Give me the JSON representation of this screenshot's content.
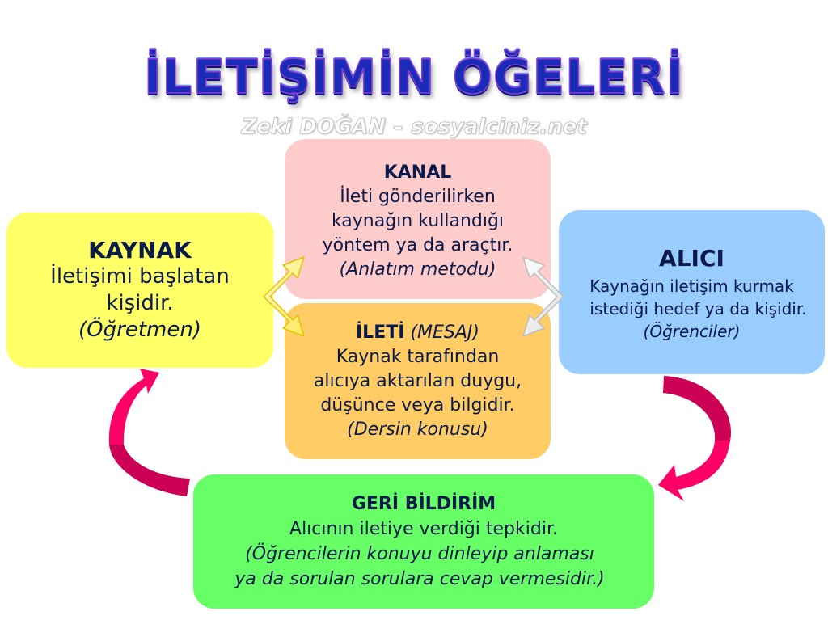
{
  "title": "İLETİŞİMİN ÖĞELERİ",
  "subtitle": "Zeki DOĞAN – sosyalciniz.net",
  "colors": {
    "title": "#1a2bb8",
    "text": "#0a1a4a",
    "kaynak": "#ffff66",
    "kanal": "#ffcccc",
    "ileti": "#ffcc66",
    "alici": "#99ccff",
    "geri_bildirim": "#66ff66",
    "feedback_arrow": "#e0005a",
    "left_double_arrow": "#fff27a",
    "right_double_arrow": "#f0f0f0"
  },
  "nodes": {
    "kaynak": {
      "heading": "KAYNAK",
      "lines": [
        "İletişimi başlatan",
        "kişidir."
      ],
      "example": "(Öğretmen)"
    },
    "kanal": {
      "heading": "KANAL",
      "lines": [
        "İleti gönderilirken",
        "kaynağın kullandığı",
        "yöntem ya da araçtır."
      ],
      "example": "(Anlatım metodu)"
    },
    "ileti": {
      "heading": "İLETİ",
      "heading_note": "(MESAJ)",
      "lines": [
        "Kaynak tarafından",
        "alıcıya aktarılan duygu,",
        "düşünce veya bilgidir."
      ],
      "example": "(Dersin konusu)"
    },
    "alici": {
      "heading": "ALICI",
      "lines": [
        "Kaynağın iletişim kurmak",
        "istediği hedef ya da kişidir."
      ],
      "example": "(Öğrenciler)"
    },
    "geri_bildirim": {
      "heading": "GERİ BİLDİRİM",
      "lines": [
        "Alıcının iletiye verdiği tepkidir."
      ],
      "example_lines": [
        "(Öğrencilerin konuyu dinleyip anlaması",
        "ya da sorulan sorulara cevap vermesidir.)"
      ]
    }
  },
  "connectors": [
    {
      "from": "kaynak",
      "to": [
        "kanal",
        "ileti"
      ],
      "style": "double-headed yellow arrow"
    },
    {
      "from": "alici",
      "to": [
        "kanal",
        "ileti"
      ],
      "style": "double-headed white arrow"
    },
    {
      "from": "alici",
      "to": "geri_bildirim",
      "style": "curved magenta arrow"
    },
    {
      "from": "geri_bildirim",
      "to": "kaynak",
      "style": "curved magenta arrow"
    }
  ]
}
